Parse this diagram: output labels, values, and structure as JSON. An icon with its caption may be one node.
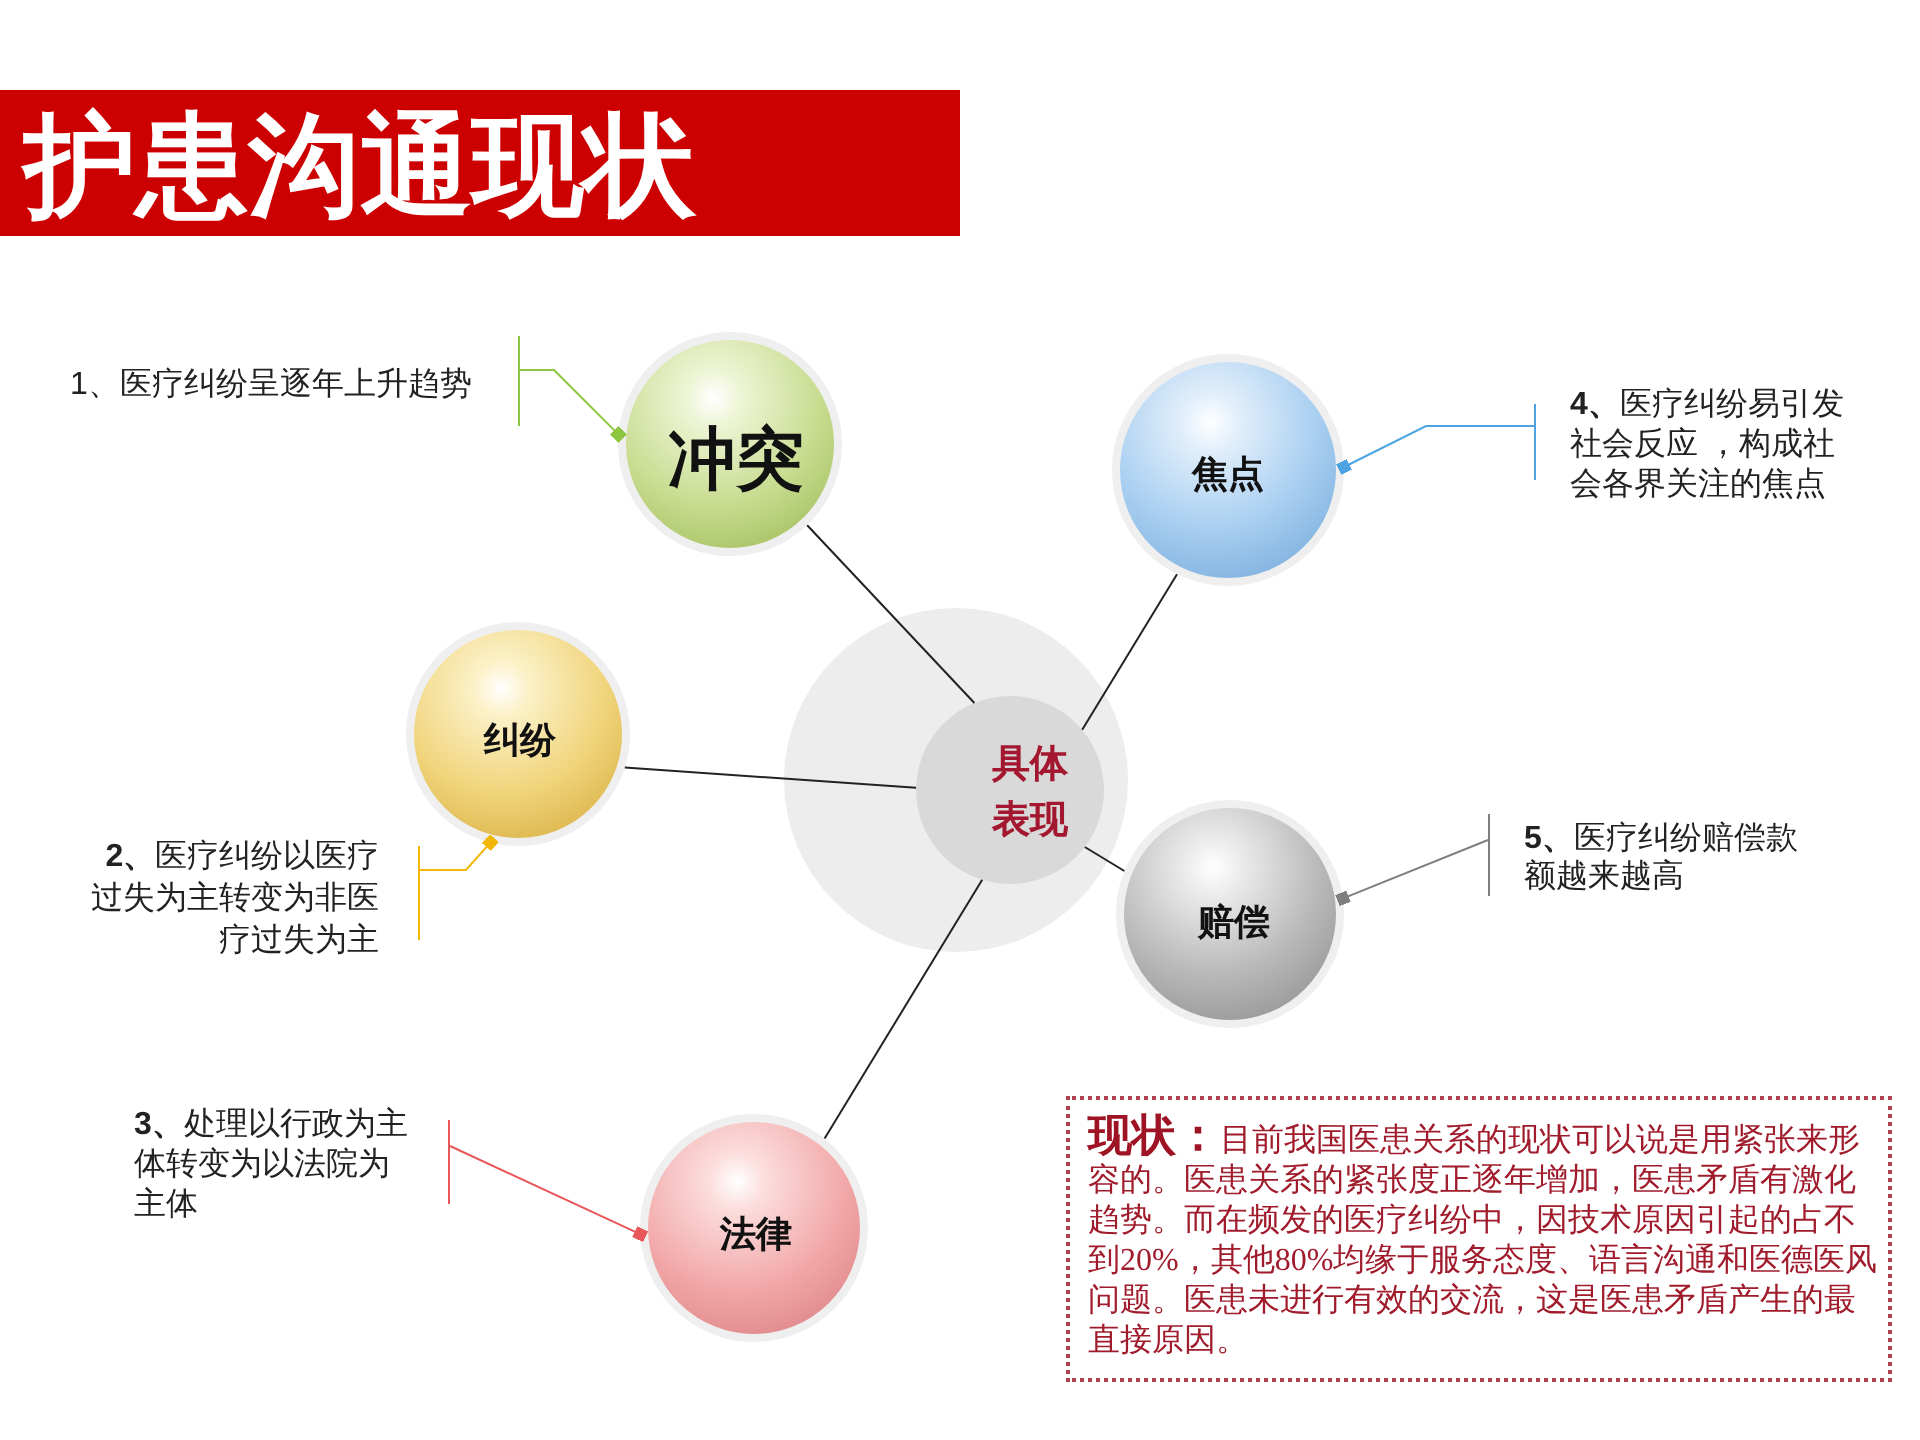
{
  "diagram": {
    "title": "护患沟通现状",
    "nodes": [
      {
        "text": [
          "1、医疗纠纷呈逐年上升趋势"
        ]
      },
      {
        "text": [
          "冲突"
        ]
      },
      {
        "text": [
          "焦点"
        ]
      },
      {
        "text": [
          "**4、**医疗纠纷易引发社会反应 ，构成社会各界关注的焦点"
        ]
      },
      {
        "text": [
          "纠纷"
        ]
      },
      {
        "text": [
          "具体表现"
        ]
      },
      {
        "text": [
          "赔偿"
        ]
      },
      {
        "text": [
          "**5、**医疗纠纷赔偿款额越来越高"
        ]
      },
      {
        "text": [
          "**2、**医疗纠纷以医疗过失为主转变为非医疗过失为主"
        ]
      },
      {
        "text": [
          "**3、**处理以行政为主体转变为以法院为主体"
        ]
      },
      {
        "text": [
          "法律"
        ]
      },
      {
        "text": [
          "**现状：**目前我国医患关系的现状可以说是用紧张来形容的。医患关系的紧张度正逐年增加，医患矛盾有激化趋势。而在频发的医疗纠纷中，因技术原因引起的占不到20%，其他80%均缘于服务态度、语言沟通和医德医风问题。医患未进行有效的交流，这是医患矛盾产生的最直接原因。"
        ]
      }
    ],
    "edges": [
      {
        "from": 5,
        "to": 1,
        "arrow": "none"
      },
      {
        "from": 5,
        "to": 2,
        "arrow": "none"
      },
      {
        "from": 5,
        "to": 4,
        "arrow": "none"
      },
      {
        "from": 5,
        "to": 6,
        "arrow": "none"
      },
      {
        "from": 5,
        "to": 10,
        "arrow": "none"
      },
      {
        "from": 0,
        "to": 1,
        "arrow": "other",
        "color": "#8dc63f"
      },
      {
        "from": 3,
        "to": 2,
        "arrow": "other",
        "color": "#4ea4e2"
      },
      {
        "from": 8,
        "to": 4,
        "arrow": "other",
        "color": "#f2b705"
      },
      {
        "from": 7,
        "to": 6,
        "arrow": "other",
        "color": "#7f7f7f"
      },
      {
        "from": 9,
        "to": 10,
        "arrow": "other",
        "color": "#e8585a"
      }
    ]
  }
}
